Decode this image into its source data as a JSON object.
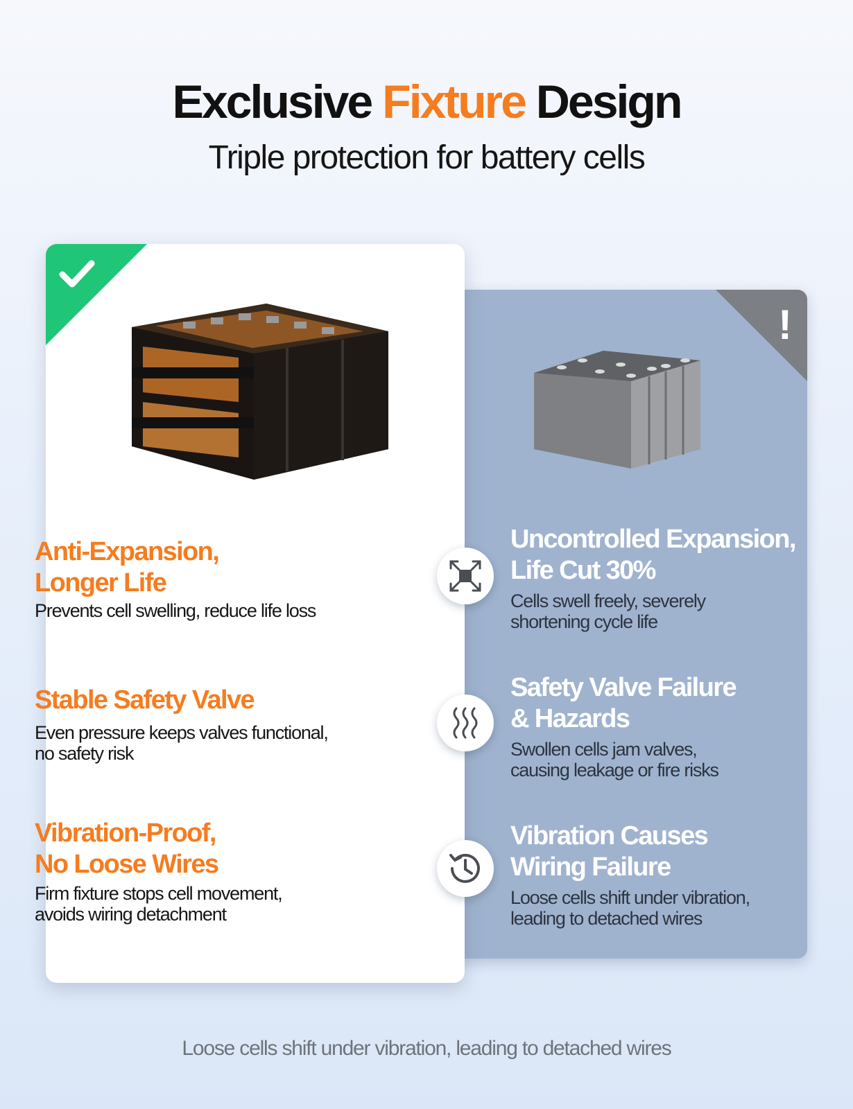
{
  "header": {
    "title_part1": "Exclusive",
    "title_part2": "Fixture",
    "title_part3": "Design",
    "subtitle": "Triple protection for battery cells"
  },
  "good_card": {
    "features": [
      {
        "title_line1": "Anti-Expansion,",
        "title_line2": "Longer Life",
        "desc_line1": "Prevents cell swelling, reduce life loss",
        "desc_line2": ""
      },
      {
        "title_line1": "Stable Safety Valve",
        "title_line2": "",
        "desc_line1": "Even pressure keeps valves functional,",
        "desc_line2": "no safety risk"
      },
      {
        "title_line1": "Vibration-Proof,",
        "title_line2": "No Loose Wires",
        "desc_line1": "Firm fixture stops cell movement,",
        "desc_line2": "avoids wiring detachment"
      }
    ]
  },
  "bad_card": {
    "warning_glyph": "!",
    "issues": [
      {
        "title_line1": "Uncontrolled Expansion,",
        "title_line2": "Life Cut 30%",
        "desc_line1": "Cells swell freely, severely",
        "desc_line2": "shortening cycle life",
        "icon": "expand-arrows-icon"
      },
      {
        "title_line1": "Safety Valve Failure",
        "title_line2": "& Hazards",
        "desc_line1": "Swollen cells jam valves,",
        "desc_line2": "causing leakage or fire risks",
        "icon": "heat-waves-icon"
      },
      {
        "title_line1": "Vibration Causes",
        "title_line2": "Wiring Failure",
        "desc_line1": "Loose cells shift under vibration,",
        "desc_line2": "leading to detached wires",
        "icon": "history-clock-icon"
      }
    ]
  },
  "footer": {
    "text": "Loose cells shift under vibration, leading to detached wires"
  },
  "colors": {
    "accent_orange": "#f57c1f",
    "check_green": "#1fc678",
    "bad_card_blue": "#9fb3cf",
    "warning_gray": "#7c7f83"
  }
}
